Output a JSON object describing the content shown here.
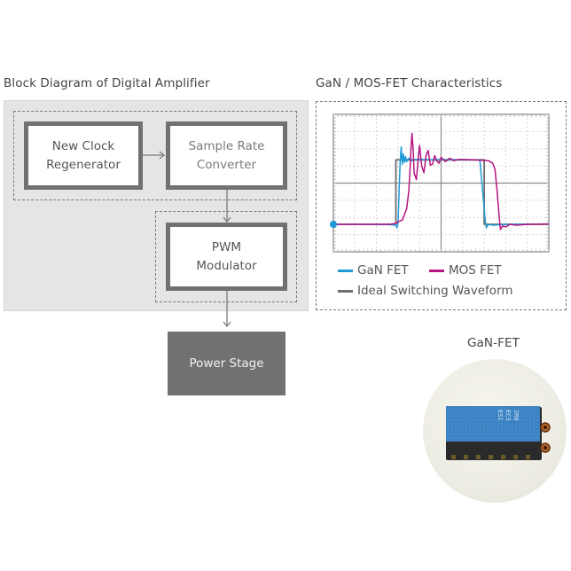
{
  "block_diagram": {
    "title": "Block Diagram of Digital Amplifier",
    "blocks": {
      "clock": [
        "New Clock",
        "Regenerator"
      ],
      "src": [
        "Sample Rate",
        "Converter"
      ],
      "pwm": [
        "PWM",
        "Modulator"
      ],
      "power": "Power Stage"
    }
  },
  "characteristics": {
    "title": "GaN / MOS-FET Characteristics",
    "legend": [
      {
        "label": "GaN FET",
        "color": "#1e9bd7"
      },
      {
        "label": "MOS FET",
        "color": "#b5157f"
      },
      {
        "label": "Ideal Switching Waveform",
        "color": "#6e6e6e"
      }
    ]
  },
  "photo": {
    "caption": "GaN-FET",
    "chip_marking": [
      "ES1",
      "EC3",
      "2R8"
    ]
  },
  "chart_data": {
    "type": "line",
    "title": "GaN / MOS-FET Characteristics",
    "xlabel": "",
    "ylabel": "",
    "xlim": [
      0,
      10
    ],
    "ylim": [
      0,
      8
    ],
    "grid": true,
    "legend_position": "bottom",
    "series": [
      {
        "name": "Ideal Switching Waveform",
        "color": "#6e6e6e",
        "points": [
          [
            0,
            1.6
          ],
          [
            2.9,
            1.6
          ],
          [
            2.9,
            5.35
          ],
          [
            7.0,
            5.35
          ],
          [
            7.0,
            1.6
          ],
          [
            10,
            1.6
          ]
        ]
      },
      {
        "name": "GaN FET",
        "color": "#1e9bd7",
        "points": [
          [
            0,
            1.6
          ],
          [
            2.6,
            1.58
          ],
          [
            2.9,
            1.55
          ],
          [
            2.95,
            1.4
          ],
          [
            3.0,
            1.65
          ],
          [
            3.05,
            3.5
          ],
          [
            3.1,
            5.2
          ],
          [
            3.15,
            6.1
          ],
          [
            3.2,
            5.1
          ],
          [
            3.25,
            5.7
          ],
          [
            3.3,
            5.2
          ],
          [
            3.35,
            5.55
          ],
          [
            3.4,
            5.25
          ],
          [
            3.5,
            5.45
          ],
          [
            3.6,
            5.3
          ],
          [
            3.8,
            5.38
          ],
          [
            4.5,
            5.35
          ],
          [
            5.5,
            5.36
          ],
          [
            6.5,
            5.35
          ],
          [
            6.8,
            5.35
          ],
          [
            7.05,
            1.8
          ],
          [
            7.1,
            1.4
          ],
          [
            7.2,
            1.6
          ],
          [
            7.4,
            1.55
          ],
          [
            8,
            1.6
          ],
          [
            10,
            1.62
          ]
        ]
      },
      {
        "name": "MOS FET",
        "color": "#b5157f",
        "points": [
          [
            0,
            1.6
          ],
          [
            2.6,
            1.6
          ],
          [
            2.9,
            1.65
          ],
          [
            3.0,
            1.75
          ],
          [
            3.2,
            1.85
          ],
          [
            3.4,
            2.5
          ],
          [
            3.5,
            3.5
          ],
          [
            3.55,
            4.6
          ],
          [
            3.6,
            6.0
          ],
          [
            3.65,
            6.9
          ],
          [
            3.7,
            6.0
          ],
          [
            3.75,
            4.6
          ],
          [
            3.85,
            4.2
          ],
          [
            3.95,
            5.6
          ],
          [
            4.0,
            6.2
          ],
          [
            4.1,
            5.0
          ],
          [
            4.2,
            4.6
          ],
          [
            4.3,
            5.6
          ],
          [
            4.4,
            5.9
          ],
          [
            4.5,
            5.05
          ],
          [
            4.6,
            5.1
          ],
          [
            4.7,
            5.6
          ],
          [
            4.8,
            5.3
          ],
          [
            4.9,
            5.15
          ],
          [
            5.0,
            5.5
          ],
          [
            5.2,
            5.25
          ],
          [
            5.4,
            5.45
          ],
          [
            5.6,
            5.3
          ],
          [
            5.8,
            5.38
          ],
          [
            6.5,
            5.35
          ],
          [
            7.2,
            5.3
          ],
          [
            7.4,
            5.15
          ],
          [
            7.5,
            4.8
          ],
          [
            7.6,
            3.5
          ],
          [
            7.7,
            2.0
          ],
          [
            7.75,
            1.3
          ],
          [
            7.85,
            1.5
          ],
          [
            8.0,
            1.45
          ],
          [
            8.2,
            1.6
          ],
          [
            8.5,
            1.55
          ],
          [
            9,
            1.6
          ],
          [
            10,
            1.62
          ]
        ]
      }
    ]
  }
}
